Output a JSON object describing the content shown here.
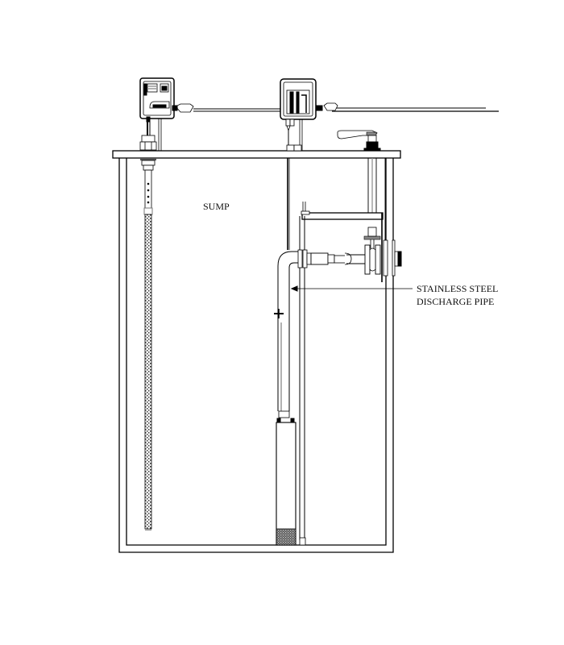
{
  "diagram": {
    "type": "sump pump installation cross-section",
    "labels": {
      "sump": "SUMP",
      "discharge_line1": "STAINLESS STEEL",
      "discharge_line2": "DISCHARGE PIPE"
    },
    "components": [
      "control-box-left",
      "control-box-center",
      "cable-run",
      "sump-cover",
      "level-sensor-probe",
      "discharge-pipe",
      "submersible-pump",
      "pump-screen",
      "guide-rail",
      "isolation-valve",
      "wall-flange",
      "access-lever-handle",
      "sump-basin"
    ],
    "colors": {
      "line": "#000000",
      "gray_line": "#888888",
      "background": "#ffffff"
    }
  }
}
